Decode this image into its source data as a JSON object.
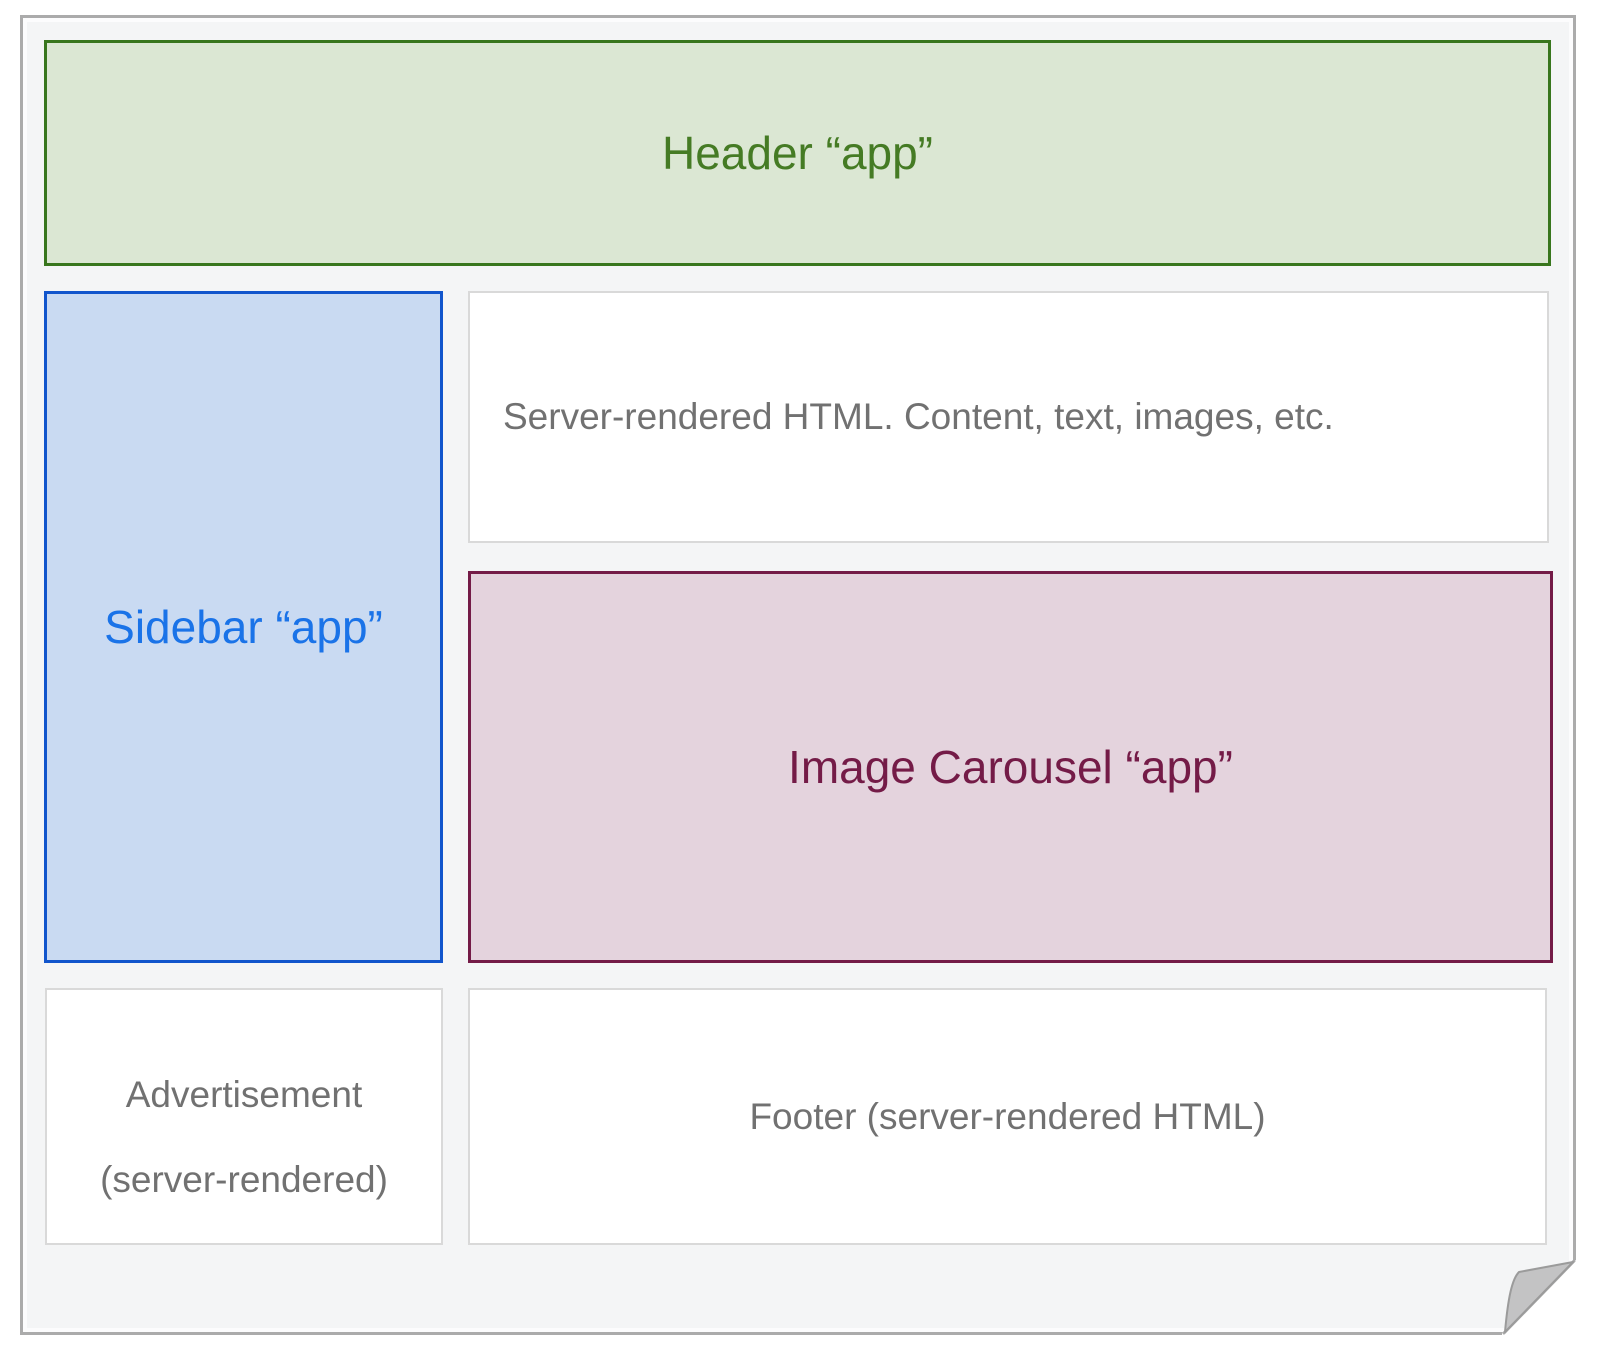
{
  "diagram": {
    "description": "Page layout diagram of a server-rendered web page composed of multiple micro-frontend apps",
    "sheet": {
      "background": "#f4f5f6",
      "border_color": "#ababab",
      "folded_corner": "bottom-right"
    },
    "boxes": {
      "header": {
        "label": "Header “app”",
        "fill": "#dbe7d3",
        "border": "#38761d",
        "text_color": "#457b24"
      },
      "sidebar": {
        "label": "Sidebar “app”",
        "fill": "#c9daf2",
        "border": "#1155cc",
        "text_color": "#1a73e8"
      },
      "content": {
        "label": "Server-rendered HTML. Content, text, images, etc.",
        "fill": "#ffffff",
        "border": "#d9d9d9",
        "text_color": "#717171"
      },
      "carousel": {
        "label": "Image Carousel “app”",
        "fill": "#e4d3dd",
        "border": "#741b47",
        "text_color": "#741b47"
      },
      "advertisement": {
        "label": "Advertisement",
        "sublabel": "(server-rendered)",
        "fill": "#ffffff",
        "border": "#d9d9d9",
        "text_color": "#717171"
      },
      "footer": {
        "label": "Footer (server-rendered HTML)",
        "fill": "#ffffff",
        "border": "#d9d9d9",
        "text_color": "#717171"
      }
    }
  }
}
